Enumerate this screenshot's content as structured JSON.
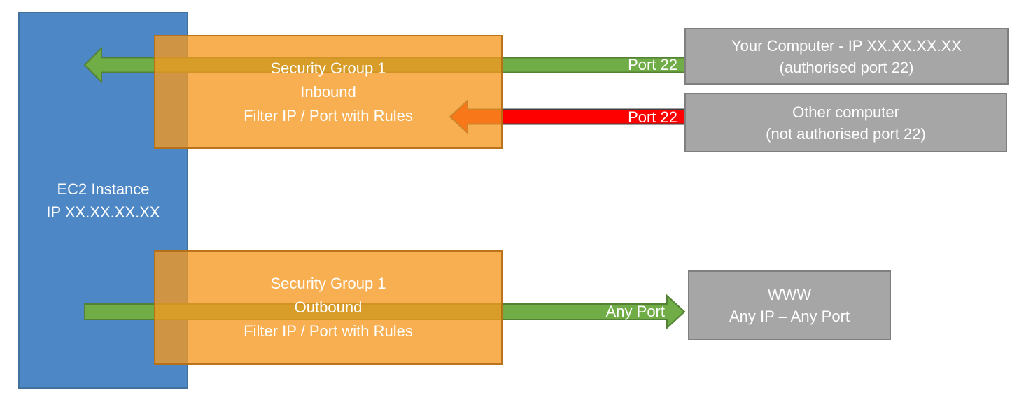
{
  "diagram": {
    "kind": "EC2 security group inbound/outbound flow diagram"
  },
  "colors": {
    "ec2_fill": "#4E87C5",
    "ec2_border": "#41719C",
    "security_group_fill": "#F59820",
    "security_group_border": "#B06A12",
    "arrow_green": "#70AD47",
    "arrow_green_border": "#538135",
    "arrow_red": "#FF0000",
    "arrow_red_border": "#3F3F3F",
    "endpoint_gray": "#A6A6A6",
    "endpoint_gray_border": "#7F7F7F",
    "text": "#FFFFFF"
  },
  "nodes": {
    "ec2": {
      "lines": [
        "EC2 Instance",
        "IP XX.XX.XX.XX"
      ]
    },
    "sg_inbound": {
      "lines": [
        "Security Group 1",
        "Inbound",
        "Filter IP / Port with Rules"
      ]
    },
    "sg_outbound": {
      "lines": [
        "Security Group 1",
        "Outbound",
        "Filter IP / Port with Rules"
      ]
    },
    "your_computer": {
      "lines": [
        "Your Computer - IP XX.XX.XX.XX",
        "(authorised port 22)"
      ]
    },
    "other_computer": {
      "lines": [
        "Other computer",
        "(not authorised port 22)"
      ]
    },
    "www": {
      "lines": [
        "WWW",
        "Any IP – Any Port"
      ]
    }
  },
  "arrows": [
    {
      "id": "inbound-allowed",
      "label": "Port 22",
      "color": "green",
      "direction": "left",
      "from": "Your Computer",
      "to": "EC2 Instance"
    },
    {
      "id": "inbound-blocked",
      "label": "Port 22",
      "color": "red",
      "direction": "left",
      "from": "Other computer",
      "to": "Security Group 1 Inbound"
    },
    {
      "id": "outbound-allowed",
      "label": "Any Port",
      "color": "green",
      "direction": "right",
      "from": "EC2 Instance",
      "to": "WWW"
    }
  ]
}
